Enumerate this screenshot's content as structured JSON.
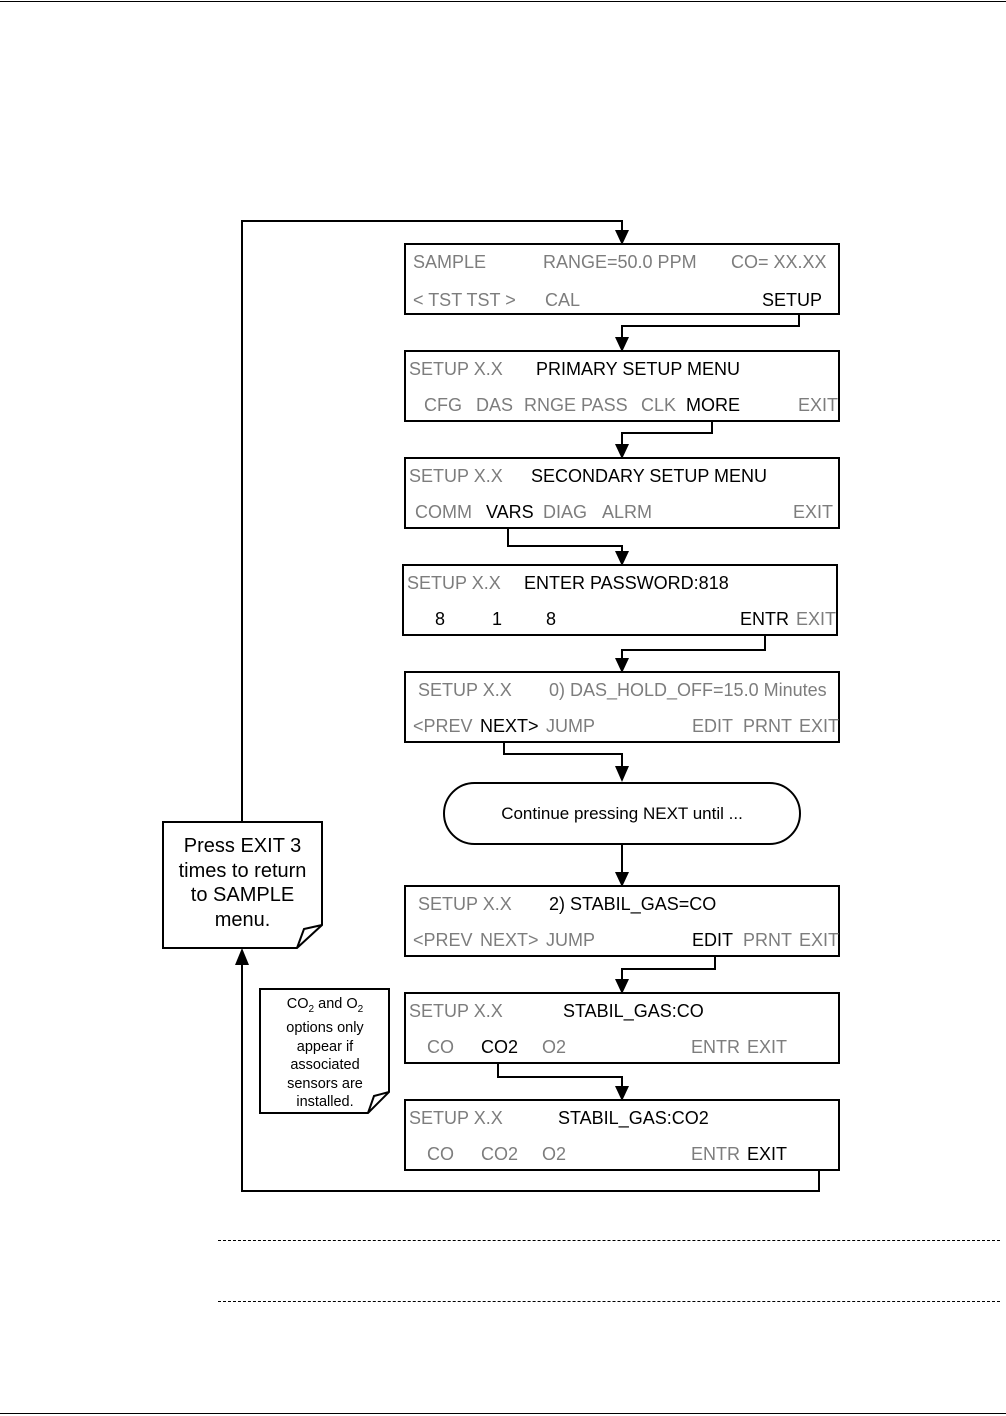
{
  "screens": [
    {
      "line1": [
        "SAMPLE",
        "RANGE=50.0 PPM",
        "CO= XX.XX"
      ],
      "line2": [
        "< TST  TST >",
        "CAL",
        "SETUP"
      ]
    },
    {
      "line1": [
        "SETUP X.X",
        "PRIMARY SETUP MENU"
      ],
      "line2": [
        "CFG",
        "DAS",
        "RNGE",
        "PASS",
        "CLK",
        "MORE",
        "EXIT"
      ]
    },
    {
      "line1": [
        "SETUP X.X",
        "SECONDARY SETUP MENU"
      ],
      "line2": [
        "COMM",
        "VARS",
        "DIAG",
        "ALRM",
        "EXIT"
      ]
    },
    {
      "line1": [
        "SETUP X.X",
        "ENTER PASSWORD:818"
      ],
      "line2": [
        "8",
        "1",
        "8",
        "ENTR",
        "EXIT"
      ]
    },
    {
      "line1": [
        "SETUP X.X",
        "0) DAS_HOLD_OFF=15.0 Minutes"
      ],
      "line2": [
        "<PREV",
        "NEXT>",
        "JUMP",
        "EDIT",
        "PRNT",
        "EXIT"
      ]
    },
    {
      "line1": [
        "SETUP X.X",
        "2) STABIL_GAS=CO"
      ],
      "line2": [
        "<PREV",
        "NEXT>",
        "JUMP",
        "EDIT",
        "PRNT",
        "EXIT"
      ]
    },
    {
      "line1": [
        "SETUP X.X",
        "STABIL_GAS:CO"
      ],
      "line2": [
        "CO",
        "CO2",
        "O2",
        "ENTR",
        "EXIT"
      ]
    },
    {
      "line1": [
        "SETUP X.X",
        "STABIL_GAS:CO2"
      ],
      "line2": [
        "CO",
        "CO2",
        "O2",
        "ENTR",
        "EXIT"
      ]
    }
  ],
  "oval": {
    "pre": "Continue pressing ",
    "key": "NEXT",
    "post": " until ..."
  },
  "exit_note": {
    "l1_pre": "Press ",
    "l1_key": "EXIT",
    "l1_post": " 3",
    "l2": "times to return",
    "l3_pre": "to ",
    "l3_key": "SAMPLE",
    "l4": "menu."
  },
  "sensor_note": {
    "l1_a": "CO",
    "l1_a_sub": "2",
    "l1_b": " and O",
    "l1_b_sub": "2",
    "l2": "options only",
    "l3": "appear if",
    "l4": "associated",
    "l5": "sensors are",
    "l6": "installed."
  }
}
